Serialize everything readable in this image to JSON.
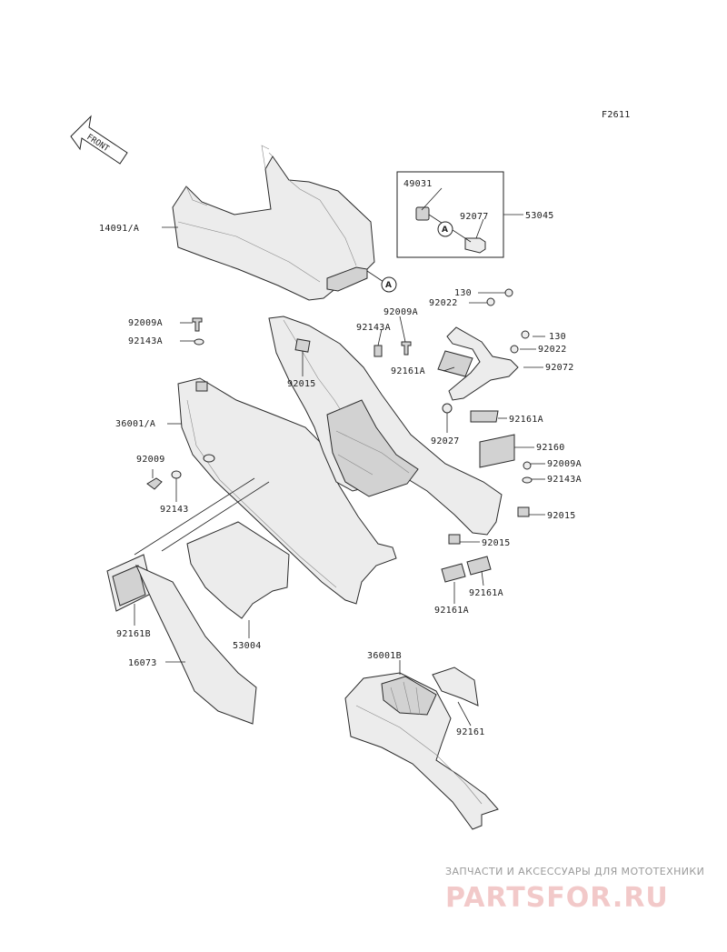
{
  "figure_code": "F2611",
  "front_arrow": "FRONT",
  "callouts": {
    "A": "A"
  },
  "labels": {
    "p14091A": "14091/A",
    "p49031": "49031",
    "p92077": "92077",
    "p53045": "53045",
    "p130a": "130",
    "p92022a": "92022",
    "p92009A_top": "92009A",
    "p92143A_top": "92143A",
    "p92009A_mid": "92009A",
    "p92143A_mid": "92143A",
    "p130b": "130",
    "p92022b": "92022",
    "p92072": "92072",
    "p92161A_1": "92161A",
    "p92015_1": "92015",
    "p36001A": "36001/A",
    "p92161A_2": "92161A",
    "p92027": "92027",
    "p92160": "92160",
    "p92009": "92009",
    "p92009A_right": "92009A",
    "p92143A_right": "92143A",
    "p92143": "92143",
    "p92015_2": "92015",
    "p92015_3": "92015",
    "p92161A_3": "92161A",
    "p92161A_4": "92161A",
    "p92161B": "92161B",
    "p53004": "53004",
    "p16073": "16073",
    "p36001B": "36001B",
    "p92161": "92161"
  },
  "watermark": {
    "tagline": "ЗАПЧАСТИ И АКСЕССУАРЫ ДЛЯ МОТОТЕХНИКИ",
    "logo": "PARTSFOR.RU"
  }
}
